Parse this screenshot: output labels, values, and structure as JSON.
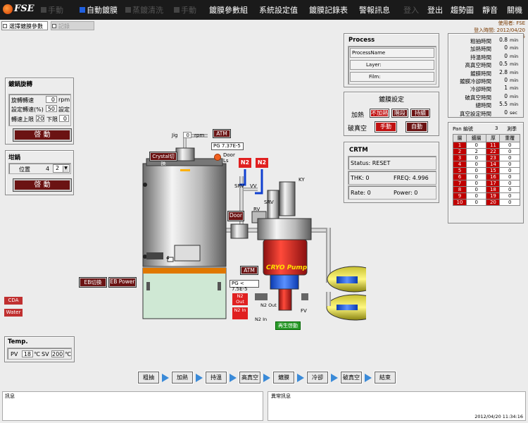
{
  "app": {
    "logo_text": "FSE",
    "menu": [
      {
        "label": "手動",
        "dim": true
      },
      {
        "label": "自動鍍膜",
        "dim": false
      },
      {
        "label": "蒸鍍清洗",
        "dim": true
      },
      {
        "label": "手動",
        "dim": true
      },
      {
        "label": "鍍膜參數組",
        "dim": false
      },
      {
        "label": "系統設定值",
        "dim": false
      },
      {
        "label": "鍍膜記錄表",
        "dim": false
      },
      {
        "label": "警報訊息",
        "dim": false
      },
      {
        "label": "登入",
        "dim": true
      },
      {
        "label": "登出",
        "dim": false
      },
      {
        "label": "趨勢圖",
        "dim": false
      },
      {
        "label": "靜音",
        "dim": false
      },
      {
        "label": "關機",
        "dim": false
      }
    ],
    "user_label": "使用者: FSE",
    "login_time": "登入時間: 2012/04/20 11:53:45",
    "tabs": [
      "選擇鍍膜參數",
      "記錄"
    ]
  },
  "rotation": {
    "title": "鍍鍋旋轉",
    "speed_label": "旋轉轉速",
    "speed_value": "0",
    "speed_unit": "rpm",
    "set_label": "設定轉速(%)",
    "set_value": "50",
    "set_button": "設定",
    "upper_label": "轉速上限",
    "upper_value": "20",
    "lower_label": "下限",
    "lower_value": "0",
    "start_button": "啓 動"
  },
  "crucible": {
    "title": "坩鍋",
    "pos_label": "位置",
    "pos_value": "4",
    "pos_select": "2",
    "start_button": "啓 動"
  },
  "process": {
    "title": "Process",
    "name_label": "ProcessName",
    "layer_label": "Layer:",
    "film_label": "Film:"
  },
  "coating": {
    "title": "鍍膜設定",
    "heat_label": "加熱",
    "heat_buttons": [
      "不加熱",
      "階段",
      "持續"
    ],
    "vacuum_label": "破真空",
    "vacuum_buttons": [
      "手動",
      "自動"
    ]
  },
  "crtm": {
    "title": "CRTM",
    "status": "Status: RESET",
    "thk": "THK: 0",
    "freq": "FREQ: 4.996",
    "rate": "Rate: 0",
    "power": "Power: 0"
  },
  "timers": [
    {
      "label": "粗抽時間",
      "value": "0.8",
      "unit": "min"
    },
    {
      "label": "加熱時間",
      "value": "0",
      "unit": "min"
    },
    {
      "label": "持溫時間",
      "value": "0",
      "unit": "min"
    },
    {
      "label": "高真空時間",
      "value": "0.5",
      "unit": "min"
    },
    {
      "label": "鍍膜時間",
      "value": "2.8",
      "unit": "min"
    },
    {
      "label": "鍍膜冷卻時間",
      "value": "0",
      "unit": "min"
    },
    {
      "label": "冷卻時間",
      "value": "1",
      "unit": "min"
    },
    {
      "label": "破真空時間",
      "value": "0",
      "unit": "min"
    },
    {
      "label": "總時間",
      "value": "5.5",
      "unit": "min"
    },
    {
      "label": "真空設定時間",
      "value": "0",
      "unit": "sec"
    }
  ],
  "pan": {
    "count_label": "Pan 編號",
    "count_value": "3",
    "count_suffix": "測季",
    "headers": [
      "層",
      "鍍層",
      "厚",
      "重覆"
    ],
    "rows": [
      [
        "1",
        "0",
        "11",
        "0"
      ],
      [
        "2",
        "2",
        "22",
        "0"
      ],
      [
        "3",
        "0",
        "23",
        "0"
      ],
      [
        "4",
        "0",
        "14",
        "0"
      ],
      [
        "5",
        "0",
        "15",
        "0"
      ],
      [
        "6",
        "0",
        "16",
        "0"
      ],
      [
        "7",
        "0",
        "17",
        "0"
      ],
      [
        "8",
        "0",
        "18",
        "0"
      ],
      [
        "9",
        "0",
        "19",
        "0"
      ],
      [
        "10",
        "0",
        "20",
        "0"
      ]
    ]
  },
  "diagram": {
    "jig_label": "Jig",
    "jig_value": "0",
    "jig_unit": "rpm",
    "atm1": "ATM",
    "pg1": "PG  7.37E-5",
    "cryo_btn": "Crystal切換",
    "door": "Door",
    "ls": "Ls",
    "n2a": "N2",
    "n2b": "N2",
    "srv": "SRV",
    "vv": "VV",
    "rv": "RV",
    "srv2": "SRV",
    "ky": "KY",
    "door_btn": "Door",
    "atm2": "ATM",
    "pg2": "PG  < 7.5E-5",
    "cryo_pump": "CRYO Pump",
    "n2out": "N2 Out",
    "n2in": "N2 In",
    "n2out_tag": "N2 Out",
    "n2in_tag": "N2 In",
    "fv": "FV",
    "regen": "再生啓動",
    "eb_btn": "EB切換",
    "eb_power": "EB Power",
    "num4": "4",
    "cda": "CDA",
    "water": "Water"
  },
  "temp": {
    "title": "Temp.",
    "pv_label": "PV",
    "pv_value": "18",
    "sv_label": "SV",
    "sv_value": "200",
    "unit": "℃"
  },
  "steps": [
    "粗抽",
    "加熱",
    "持溫",
    "高真空",
    "鍍膜",
    "冷卻",
    "破真空",
    "結束"
  ],
  "bottom": {
    "info_label": "訊息",
    "alarm_label": "異常訊息",
    "timestamp": "2012/04/20 11:34:16"
  },
  "colors": {
    "topbar": "#1a1a1a",
    "dark_button": "#6b1313",
    "red_index": "#c00000",
    "active_blue": "#2060e0"
  }
}
